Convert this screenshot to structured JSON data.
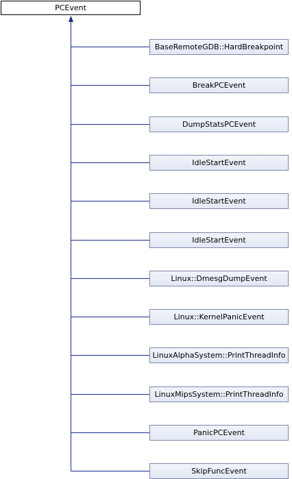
{
  "base_class": {
    "label": "PCEvent"
  },
  "derived_classes": [
    {
      "label": "BaseRemoteGDB::HardBreakpoint"
    },
    {
      "label": "BreakPCEvent"
    },
    {
      "label": "DumpStatsPCEvent"
    },
    {
      "label": "IdleStartEvent"
    },
    {
      "label": "IdleStartEvent"
    },
    {
      "label": "IdleStartEvent"
    },
    {
      "label": "Linux::DmesgDumpEvent"
    },
    {
      "label": "Linux::KernelPanicEvent"
    },
    {
      "label": "LinuxAlphaSystem::PrintThreadInfo"
    },
    {
      "label": "LinuxMipsSystem::PrintThreadInfo"
    },
    {
      "label": "PanicPCEvent"
    },
    {
      "label": "SkipFuncEvent"
    }
  ],
  "colors": {
    "edge": "#1b2d8a",
    "child_border": "#7f86a8",
    "child_fill_top": "#f1f4fa",
    "child_fill_bottom": "#e2e8f4",
    "base_border": "#000000"
  }
}
